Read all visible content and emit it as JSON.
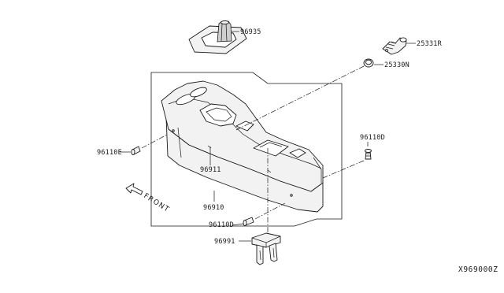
{
  "diagram": {
    "parts": {
      "boot": "96935",
      "socket": "25331R",
      "cap": "25330N",
      "screw_right": "96110D",
      "screw_left": "96110E",
      "finisher": "96911",
      "console": "96910",
      "screw_bottom": "96110D",
      "bracket": "96991"
    },
    "front_label": "FRONT",
    "reference_code": "X969000Z"
  }
}
